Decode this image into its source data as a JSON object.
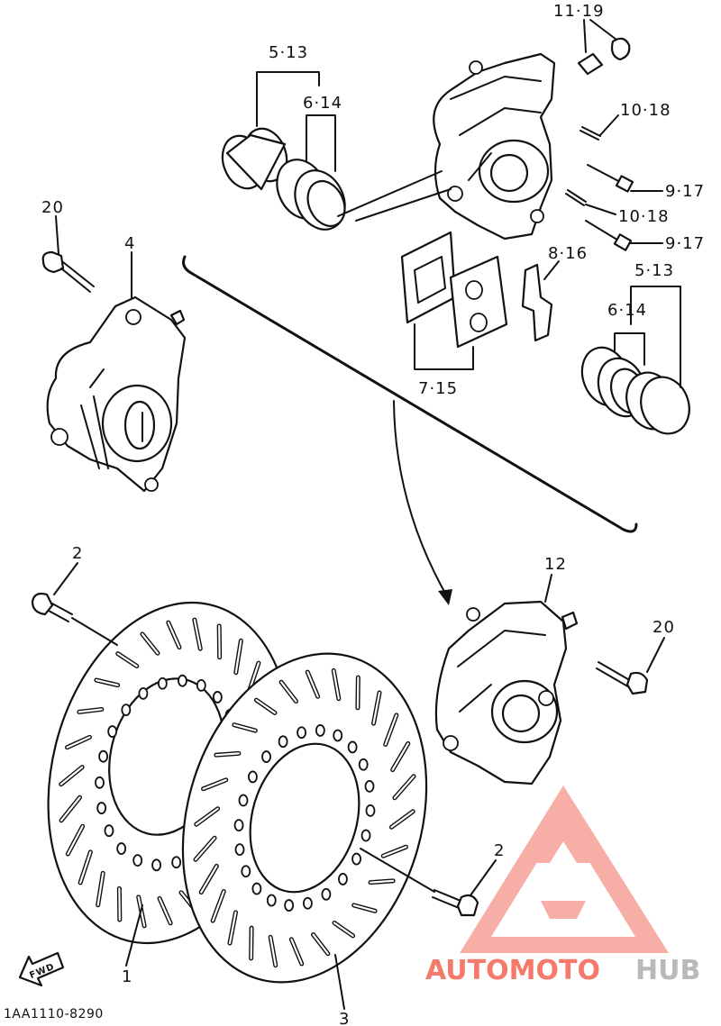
{
  "callouts": {
    "c11_19": "11·19",
    "c5_13_top": "5·13",
    "c6_14_top": "6·14",
    "c10_18_a": "10·18",
    "c9_17_a": "9·17",
    "c10_18_b": "10·18",
    "c9_17_b": "9·17",
    "c20_left": "20",
    "c4": "4",
    "c8_16": "8·16",
    "c5_13_right": "5·13",
    "c6_14_right": "6·14",
    "c7_15": "7·15",
    "c2_top": "2",
    "c12": "12",
    "c20_right": "20",
    "c2_bottom": "2",
    "c1": "1",
    "c3": "3"
  },
  "fwd_label": "FWD",
  "diagram_code": "1AA1110-8290",
  "watermark": {
    "part1": "AUTOMOTO",
    "part2": "HUB",
    "color_primary": "#f47a6c",
    "color_secondary": "#b9b9b9"
  }
}
